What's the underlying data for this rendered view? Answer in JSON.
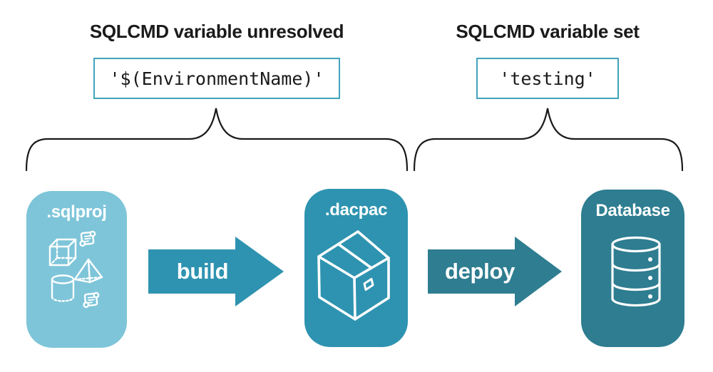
{
  "diagram": {
    "left_group": {
      "header": "SQLCMD variable unresolved",
      "code": "'$(EnvironmentName)'"
    },
    "right_group": {
      "header": "SQLCMD variable set",
      "code": "'testing'"
    },
    "nodes": [
      {
        "label": ".sqlproj",
        "color": "#7EC5D9",
        "icon": "sql-project-objects-icon"
      },
      {
        "label": ".dacpac",
        "color": "#2E93B0",
        "icon": "package-box-icon"
      },
      {
        "label": "Database",
        "color": "#2E7D90",
        "icon": "database-cylinder-icon"
      }
    ],
    "arrows": [
      {
        "label": "build",
        "color": "#2E93B0"
      },
      {
        "label": "deploy",
        "color": "#2E7D90"
      }
    ],
    "colors": {
      "code_box_border": "#41A3BE",
      "text": "#1A1A1A",
      "brace": "#1A1A1A",
      "icon_stroke": "#FFFFFF"
    }
  }
}
